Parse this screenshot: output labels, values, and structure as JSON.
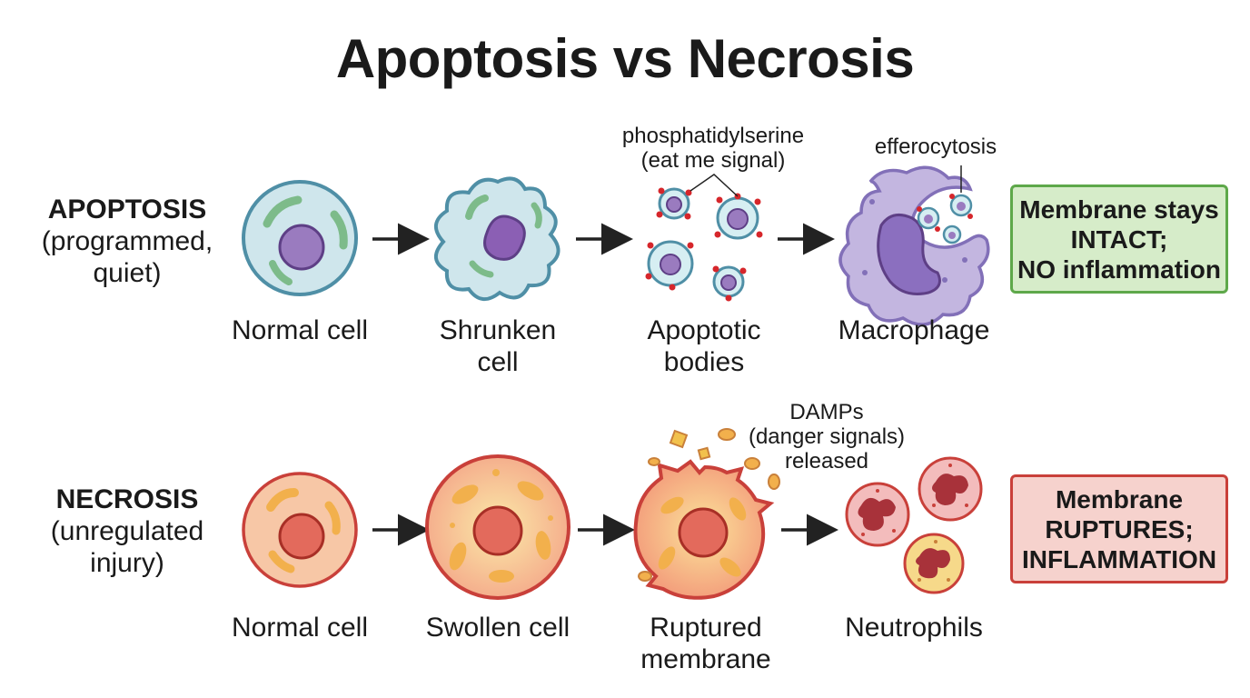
{
  "title": "Apoptosis vs Necrosis",
  "apoptosis": {
    "name": "APOPTOSIS",
    "desc_line1": "(programmed,",
    "desc_line2": "quiet)",
    "stages": {
      "normal_cell": "Normal cell",
      "shrunken_line1": "Shrunken",
      "shrunken_line2": "cell",
      "bodies_line1": "Apoptotic",
      "bodies_line2": "bodies",
      "macrophage": "Macrophage"
    },
    "annotations": {
      "ps_line1": "phosphatidylserine",
      "ps_line2": "(eat me signal)",
      "efferocytosis": "efferocytosis"
    },
    "summary": {
      "line1": "Membrane stays",
      "line2": "INTACT;",
      "line3": "NO inflammation"
    }
  },
  "necrosis": {
    "name": "NECROSIS",
    "desc_line1": "(unregulated",
    "desc_line2": "injury)",
    "stages": {
      "normal_cell": "Normal cell",
      "swollen_cell": "Swollen cell",
      "ruptured_line1": "Ruptured",
      "ruptured_line2": "membrane",
      "neutrophils": "Neutrophils"
    },
    "annotations": {
      "damps_line1": "DAMPs",
      "damps_line2": "(danger signals)",
      "damps_line3": "released"
    },
    "summary": {
      "line1": "Membrane",
      "line2": "RUPTURES;",
      "line3": "INFLAMMATION"
    }
  },
  "colors": {
    "apoptosis_cell_fill": "#cfe6ec",
    "apoptosis_cell_stroke": "#4f8fa6",
    "nucleus_purple": "#9a7bbf",
    "organelle_green": "#7dbb8a",
    "ps_dot_red": "#d6262b",
    "macrophage_purple": "#c3b6e0",
    "necrosis_cell_fill": "#f7c7a6",
    "necrosis_cell_stroke": "#c9403a",
    "necrosis_nucleus": "#e36a5c",
    "organelle_orange": "#f2b04c",
    "green_box": "#d6ecc9",
    "red_box": "#f6d2cd"
  }
}
